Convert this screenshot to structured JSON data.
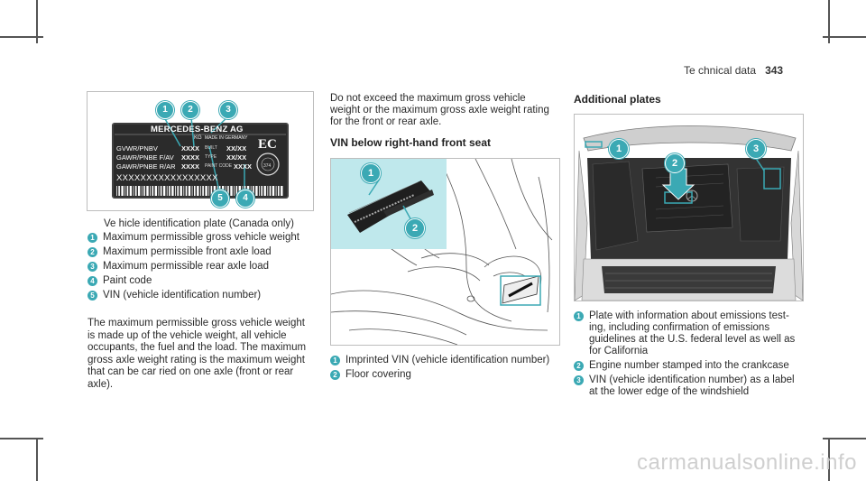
{
  "header": {
    "section": "Te chnical data",
    "page": "343"
  },
  "plate": {
    "title": "MERCEDES-BENZ AG",
    "kg": "KG",
    "made_in": "MADE IN GERMANY",
    "rows": [
      {
        "label": "GVWR/PNBV",
        "val": "XXXX",
        "k2": "BUILT",
        "v2": "XX/XX"
      },
      {
        "label": "GAWR/PNBE F/AV",
        "val": "XXXX",
        "k2": "TYPE",
        "v2": "XX/XX"
      },
      {
        "label": "GAWR/PNBE R/AR",
        "val": "XXXX",
        "k2": "PAINT CODE",
        "v2": "XXXX"
      }
    ],
    "vin": "XXXXXXXXXXXXXXXXX",
    "ec": "EC",
    "callouts": [
      "1",
      "2",
      "3",
      "4",
      "5"
    ]
  },
  "col1": {
    "caption": "Ve hicle identification plate (Canada only)",
    "items": [
      {
        "n": "1",
        "text": "Maximum permissible gross vehicle weight"
      },
      {
        "n": "2",
        "text": "Maximum permissible front axle load"
      },
      {
        "n": "3",
        "text": "Maximum permissible rear axle load"
      },
      {
        "n": "4",
        "text": "Paint code"
      },
      {
        "n": "5",
        "text": "VIN (vehicle identification number)"
      }
    ],
    "para": [
      "The maximum permissible gross vehicle weight",
      "is made up of the vehicle weight, all vehicle",
      "occupants, the fuel and the load. The maximum",
      "gross axle weight rating is the maximum weight",
      "that can be car ried on one axle (front or rear",
      "axle)."
    ]
  },
  "col2": {
    "intro": [
      "Do not exceed the maximum gross vehicle",
      "weight or the maximum gross axle weight rating",
      "for the front or rear axle."
    ],
    "heading": "VIN below right-hand front seat",
    "callouts": [
      "1",
      "2"
    ],
    "items": [
      {
        "n": "1",
        "text": "Imprinted VIN (vehicle identification number)"
      },
      {
        "n": "2",
        "text": "Floor covering"
      }
    ]
  },
  "col3": {
    "heading": "Additional plates",
    "callouts": [
      "1",
      "2",
      "3"
    ],
    "items": [
      {
        "n": "1",
        "lines": [
          "Plate with information about emissions test-",
          "ing, including confirmation of emissions",
          "guidelines at the U.S. federal level as well as",
          "for California"
        ]
      },
      {
        "n": "2",
        "lines": [
          "Engine number stamped into the crankcase"
        ]
      },
      {
        "n": "3",
        "lines": [
          "VIN (vehicle identification number) as a label",
          "at the lower edge of the windshield"
        ]
      }
    ]
  },
  "watermark": "carmanualsonline.info",
  "colors": {
    "accent": "#3ba9b4",
    "accent_light": "#bfe8ec"
  }
}
